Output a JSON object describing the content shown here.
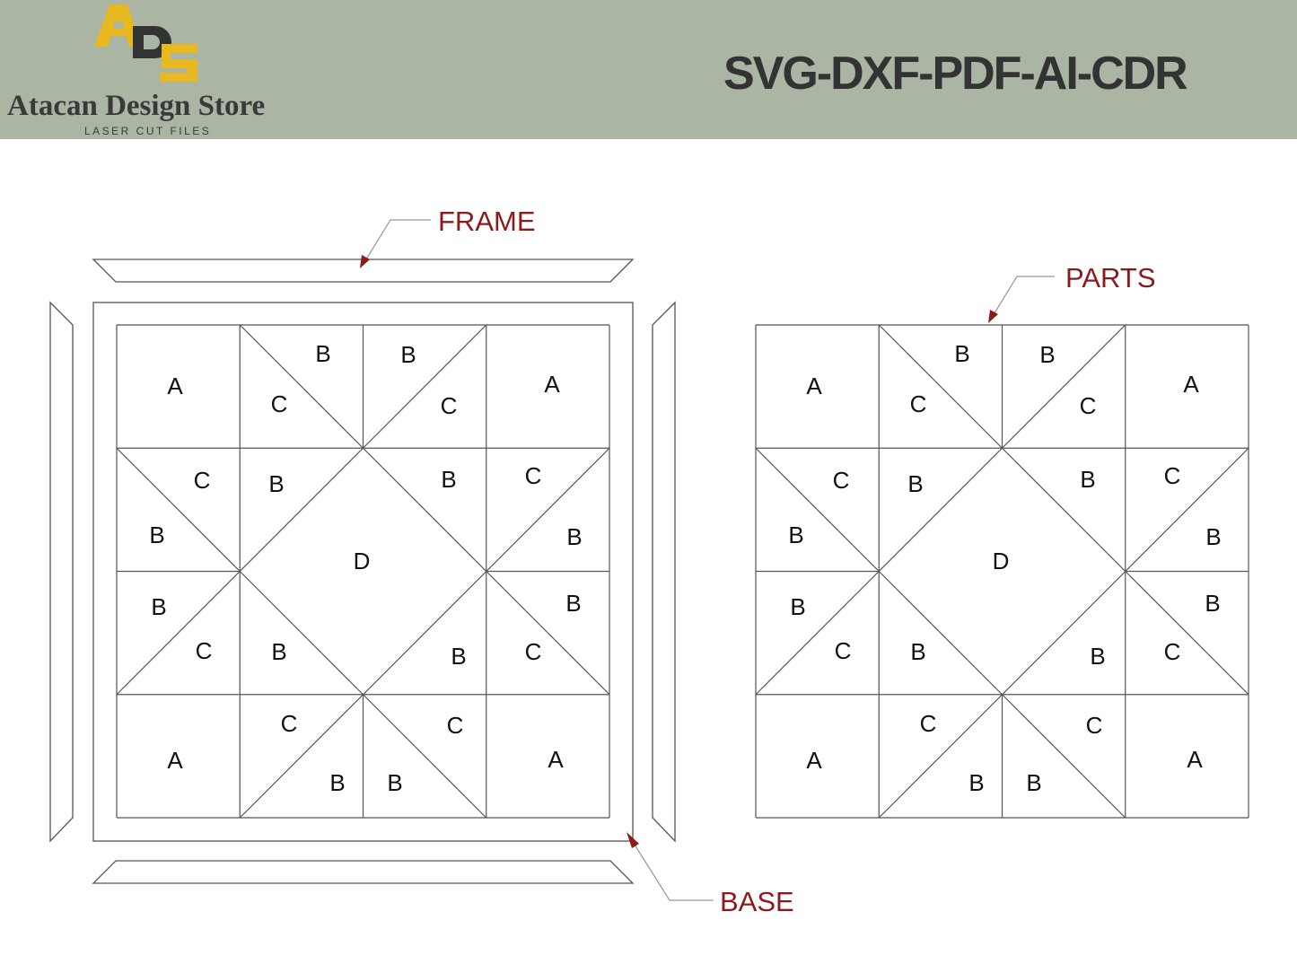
{
  "header": {
    "logo_letters": "ADS",
    "brand_name": "Atacan Design Store",
    "tagline": "LASER CUT FILES",
    "formats": "SVG-DXF-PDF-AI-CDR"
  },
  "callouts": {
    "frame": "FRAME",
    "parts": "PARTS",
    "base": "BASE"
  },
  "colors": {
    "header_bg": "#abb5a3",
    "logo_yellow": "#e8b820",
    "logo_dark": "#333333",
    "callout": "#8b1a1a"
  },
  "piece_labels": [
    "A",
    "C",
    "B",
    "B",
    "C",
    "A",
    "C",
    "B",
    "B",
    "C",
    "B",
    "D",
    "B",
    "B",
    "B",
    "C",
    "B",
    "B",
    "C",
    "C",
    "C",
    "A",
    "A",
    "B",
    "B"
  ]
}
